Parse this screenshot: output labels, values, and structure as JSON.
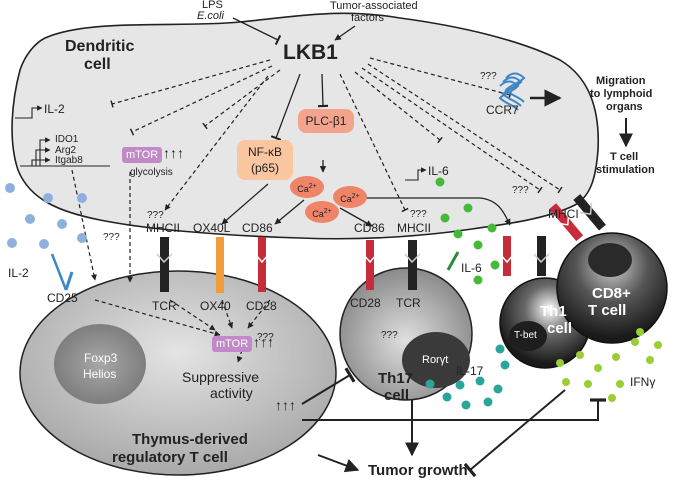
{
  "dendritic_cell": {
    "title_line1": "Dendritic",
    "title_line2": "cell",
    "center_node": "LKB1"
  },
  "inputs": {
    "lps": "LPS",
    "ecoli": "E.coli",
    "tumor_factors_line1": "Tumor-associated",
    "tumor_factors_line2": "factors"
  },
  "genes": {
    "il2": "IL-2",
    "ido1": "IDO1",
    "arg2": "Arg2",
    "itgab8": "Itgab8",
    "il6_gene": "IL-6"
  },
  "mtor_dc": {
    "label": "mTOR",
    "arrows": "↑↑↑",
    "sub": "glycolysis"
  },
  "nfkb": {
    "line1": "NF-κB",
    "line2": "(p65)"
  },
  "plc": {
    "label": "PLC-β1"
  },
  "calcium": {
    "ion": "Ca",
    "charge": "2+"
  },
  "ccr7": {
    "label": "CCR7",
    "unknown": "???"
  },
  "migration": {
    "line1": "Migration",
    "line2": "to lymphoid",
    "line3": "organs",
    "stim_line1": "T cell",
    "stim_line2": "stimulation"
  },
  "unknowns": {
    "q": "???"
  },
  "dc_surface": {
    "mhcii_a": "MHCII",
    "ox40l": "OX40L",
    "cd86_a": "CD86",
    "cd86_b": "CD86",
    "mhcii_b": "MHCII",
    "mhci": "MHCI"
  },
  "il2_outside": "IL-2",
  "treg": {
    "cd25": "CD25",
    "tcr": "TCR",
    "ox40": "OX40",
    "cd28": "CD28",
    "nucleus_line1": "Foxp3",
    "nucleus_line2": "Helios",
    "mtor": "mTOR",
    "mtor_arrows": "↑↑↑",
    "suppressive_line1": "Suppressive",
    "suppressive_line2": "activity",
    "suppressive_arrows": "↑↑↑",
    "title_line1": "Thymus-derived",
    "title_line2": "regulatory T cell"
  },
  "th17": {
    "cd28": "CD28",
    "tcr": "TCR",
    "il6": "IL-6",
    "nucleus": "Rorγt",
    "title_line1": "Th17",
    "title_line2": "cell",
    "il17": "IL-17"
  },
  "th1": {
    "nucleus": "T-bet",
    "title_line1": "Th1",
    "title_line2": "cell"
  },
  "cd8": {
    "title_line1": "CD8+",
    "title_line2": "T cell"
  },
  "ifng": "IFNγ",
  "tumor_growth": "Tumor growth",
  "colors": {
    "dc_fill": "#e6e6e6",
    "treg_fill": "#cfcfcf",
    "red_receptor": "#c62c3a",
    "orange_receptor": "#f39c3c",
    "mtor": "#c189c8",
    "nfkb": "#f9c6a0",
    "plc": "#f4a48c",
    "calcium": "#ee8468",
    "il2_dots": "#8fb0de",
    "il6_dots": "#48b83a",
    "il17_dots": "#2aa59c",
    "ifng_dots": "#9acd38",
    "ccr7": "#3d87c9"
  }
}
